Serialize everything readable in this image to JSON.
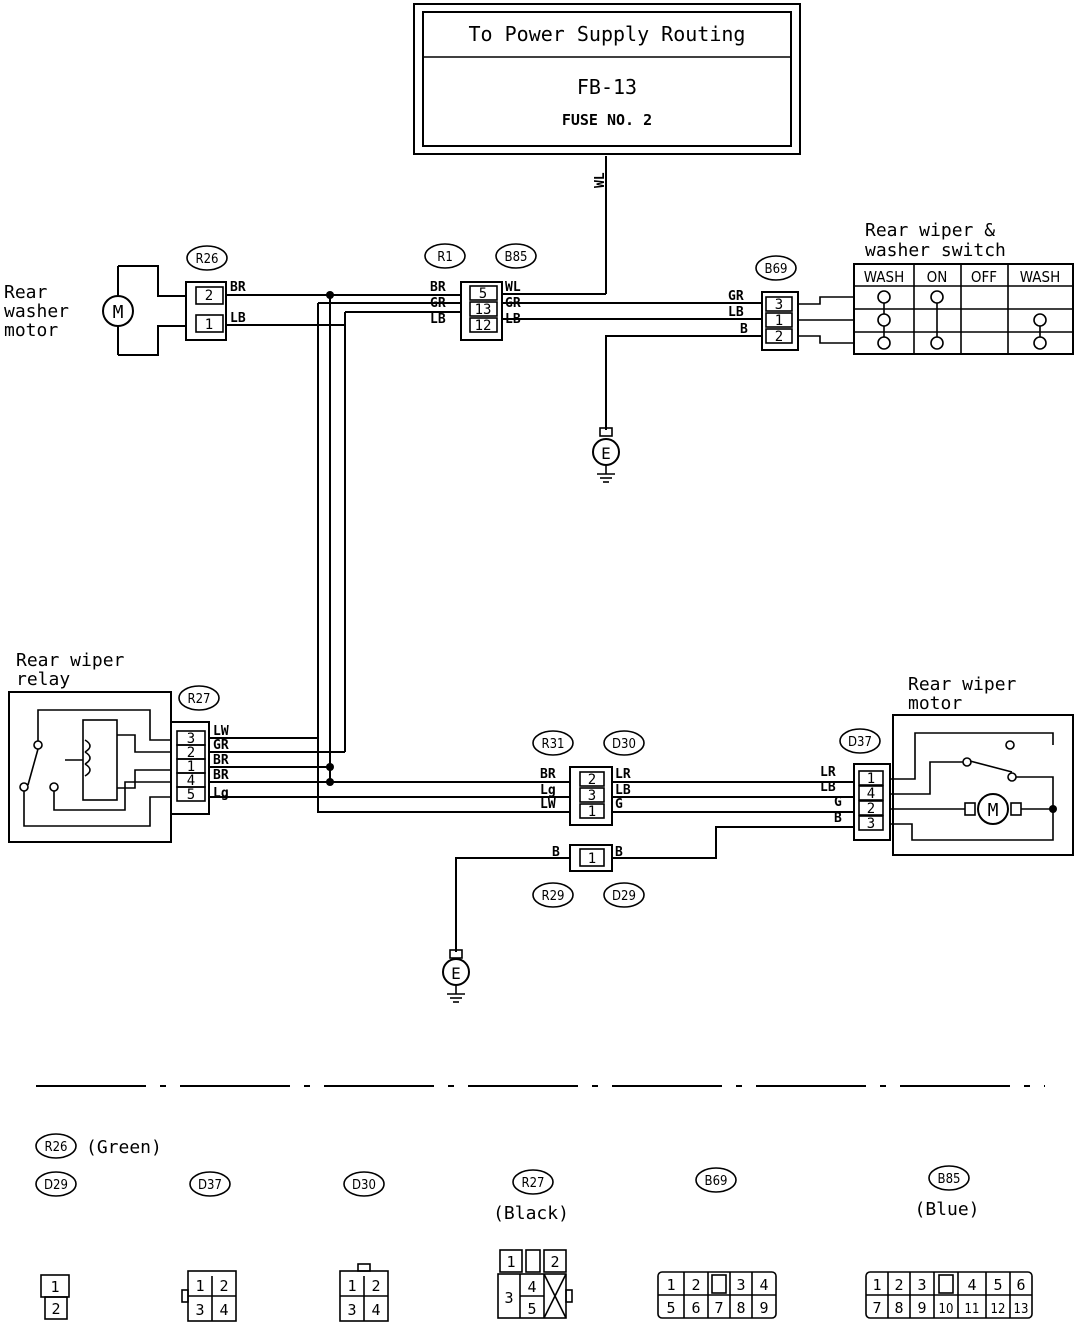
{
  "power_supply": {
    "title": "To Power Supply Routing",
    "ref": "FB-13",
    "fuse": "FUSE NO. 2",
    "wire": "WL"
  },
  "components": {
    "rear_washer_motor": "Rear\nwasher\nmotor",
    "switch_title": "Rear wiper &\nwasher switch",
    "rear_wiper_relay": "Rear wiper\nrelay",
    "rear_wiper_motor": "Rear wiper\nmotor"
  },
  "switch_table": {
    "headers": [
      "WASH",
      "ON",
      "OFF",
      "WASH"
    ]
  },
  "connector_tags": {
    "r26": "R26",
    "r1": "R1",
    "b85": "B85",
    "b69": "B69",
    "r27": "R27",
    "r31": "R31",
    "d30": "D30",
    "d37": "D37",
    "r29": "R29",
    "d29": "D29"
  },
  "washer_connector": {
    "pins": [
      "2",
      "1"
    ],
    "wires": [
      "BR",
      "LB"
    ]
  },
  "r1_b85": {
    "pins": [
      "5",
      "13",
      "12"
    ],
    "left_wires": [
      "BR",
      "GR",
      "LB"
    ],
    "right_wires": [
      "WL",
      "GR",
      "LB"
    ]
  },
  "b69": {
    "pins": [
      "3",
      "1",
      "2"
    ],
    "wires": [
      "GR",
      "LB",
      "B"
    ]
  },
  "r27": {
    "pins": [
      "3",
      "2",
      "1",
      "4",
      "5"
    ],
    "wires": [
      "LW",
      "GR",
      "BR",
      "BR",
      "Lg"
    ]
  },
  "r31_d30": {
    "pins": [
      "2",
      "3",
      "1"
    ],
    "left_wires": [
      "BR",
      "Lg",
      "LW"
    ],
    "right_wires": [
      "LR",
      "LB",
      "G"
    ]
  },
  "d37": {
    "pins": [
      "1",
      "4",
      "2",
      "3"
    ],
    "wires": [
      "LR",
      "LB",
      "G",
      "B"
    ]
  },
  "r29_d29": {
    "pin": "1",
    "left_wire": "B",
    "right_wire": "B"
  },
  "ground_label": "E",
  "legend": {
    "r26_color": "(Green)",
    "r27_color": "(Black)",
    "b85_color": "(Blue)",
    "d29_pins": [
      "1",
      "2"
    ],
    "d37_pins": [
      "1",
      "2",
      "3",
      "4"
    ],
    "d30_pins": [
      "1",
      "2",
      "3",
      "4"
    ],
    "r27_pins": [
      "1",
      "2",
      "3",
      "4",
      "5"
    ],
    "b69_pins": [
      "1",
      "2",
      "3",
      "4",
      "5",
      "6",
      "7",
      "8",
      "9"
    ],
    "b85_pins": [
      "1",
      "2",
      "3",
      "4",
      "5",
      "6",
      "7",
      "8",
      "9",
      "10",
      "11",
      "12",
      "13"
    ]
  }
}
